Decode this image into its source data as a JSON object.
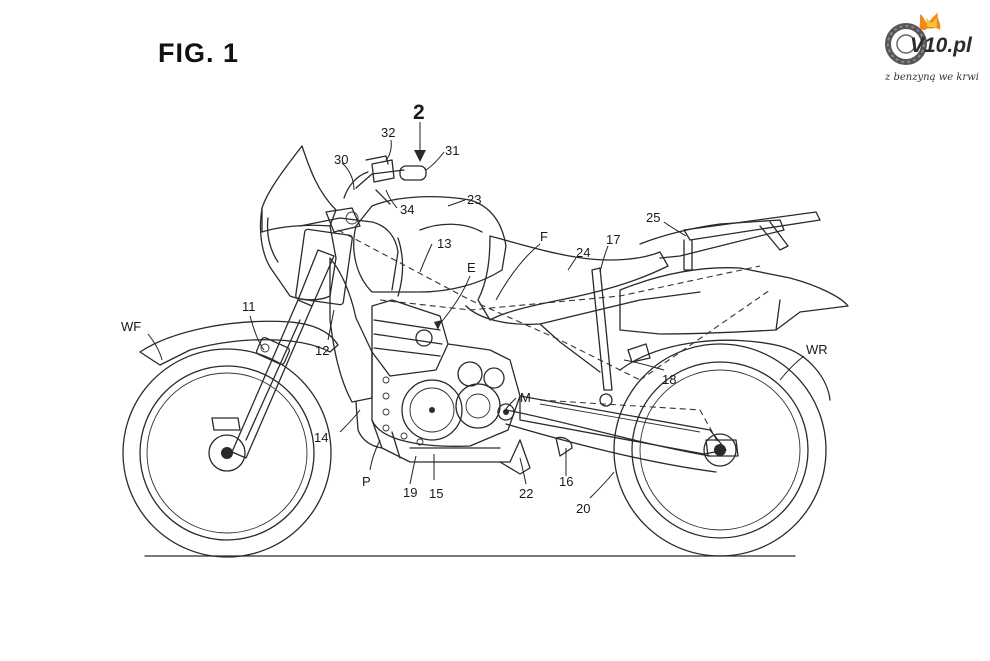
{
  "figure": {
    "title": "FIG. 1"
  },
  "logo": {
    "brand": "V10.pl",
    "tagline": "z benzyną we krwi",
    "icon": "tire-flame-icon"
  },
  "callouts": {
    "arrow_label": "2",
    "n30": "30",
    "n32": "32",
    "n31": "31",
    "n34": "34",
    "n23": "23",
    "n13": "13",
    "nE": "E",
    "nF": "F",
    "n24": "24",
    "n17": "17",
    "n25": "25",
    "n11": "11",
    "nWF": "WF",
    "n12": "12",
    "nM": "M",
    "nWR": "WR",
    "n18": "18",
    "n14": "14",
    "nP": "P",
    "n19": "19",
    "n15": "15",
    "n22": "22",
    "n16": "16",
    "n20": "20"
  }
}
